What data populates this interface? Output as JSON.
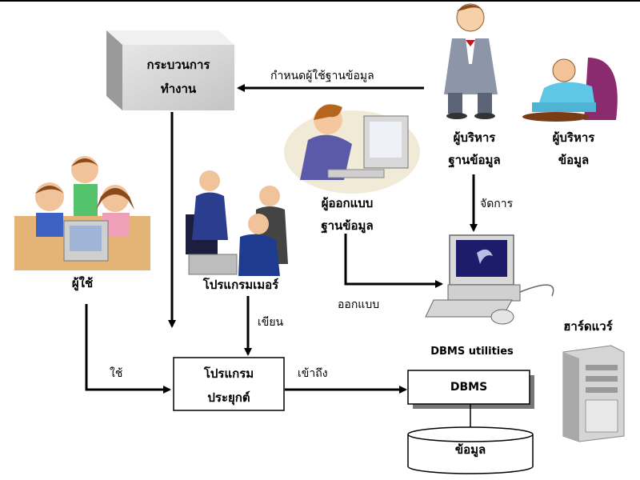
{
  "process_box": {
    "line1": "กระบวนการ",
    "line2": "ทำงาน"
  },
  "flow_labels": {
    "define_users": "กำหนดผู้ใช้ฐานข้อมูล",
    "manage": "จัดการ",
    "design": "ออกแบบ",
    "write": "เขียน",
    "use": "ใช้",
    "access": "เข้าถึง"
  },
  "actors": {
    "dba_db": {
      "line1": "ผู้บริหาร",
      "line2": "ฐานข้อมูล"
    },
    "da": {
      "line1": "ผู้บริหาร",
      "line2": "ข้อมูล"
    },
    "designer": {
      "line1": "ผู้ออกแบบ",
      "line2": "ฐานข้อมูล"
    },
    "users": "ผู้ใช้",
    "programmers": "โปรแกรมเมอร์",
    "hardware": "ฮาร์ดแวร์"
  },
  "app_box": {
    "line1": "โปรแกรม",
    "line2": "ประยุกต์"
  },
  "dbms": {
    "utilities_label": "DBMS utilities",
    "label": "DBMS"
  },
  "database": {
    "label": "ข้อมูล"
  },
  "icons": [
    "boss-person-icon",
    "seated-executive-icon",
    "designer-woman-icon",
    "children-computer-icon",
    "programmers-team-icon",
    "desktop-computer-icon",
    "server-tower-icon"
  ]
}
